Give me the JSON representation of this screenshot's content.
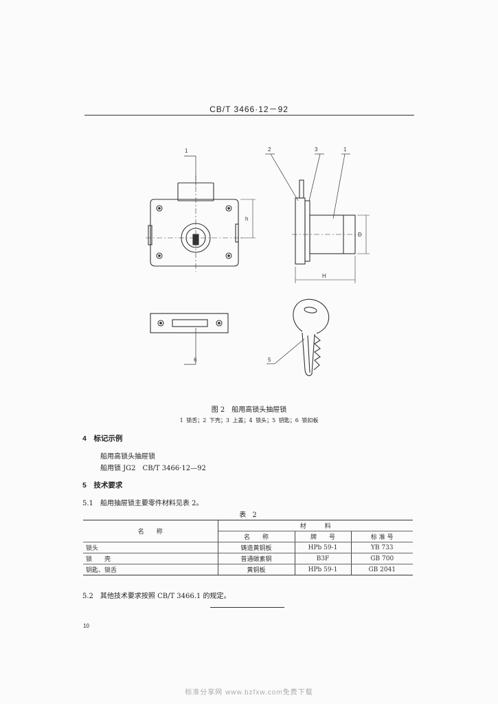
{
  "header": {
    "standard_no": "CB/T 3466·12－92"
  },
  "figure": {
    "part_labels": [
      "1",
      "2",
      "3",
      "1",
      "6",
      "5"
    ],
    "dimension_labels": {
      "h": "h",
      "D": "D",
      "H": "H"
    },
    "caption": "图 2　船用高锁头抽屉锁",
    "legend": "1 锁舌；2 下壳；3 上盖；4 锁头；5 钥匙；6 锁扣板"
  },
  "section4": {
    "heading": "4　标记示例",
    "line1": "船用高锁头抽屉锁",
    "line2": "船用锁 JG2　CB/T 3466·12—92"
  },
  "section5": {
    "heading": "5　技术要求",
    "p1": "5.1　船用抽屉锁主要零件材料见表 2。",
    "table_title": "表 2",
    "table": {
      "col_name": "名　　称",
      "col_material": "材　　　料",
      "sub_headers": [
        "名　　称",
        "牌　　号",
        "标 准 号"
      ],
      "rows": [
        [
          "锁头",
          "铸造黄铜板",
          "HPb 59-1",
          "YB 733"
        ],
        [
          "锁　　壳",
          "普通碳素钢",
          "B3F",
          "GB 700"
        ],
        [
          "钥匙、锁舌",
          "黄铜板",
          "HPb 59-1",
          "GB 2041"
        ]
      ]
    },
    "p2": "5.2　其他技术要求按照 CB/T 3466.1 的规定。"
  },
  "page_number": "10",
  "watermark": "标准分享网 www.bzfxw.com免费下载"
}
